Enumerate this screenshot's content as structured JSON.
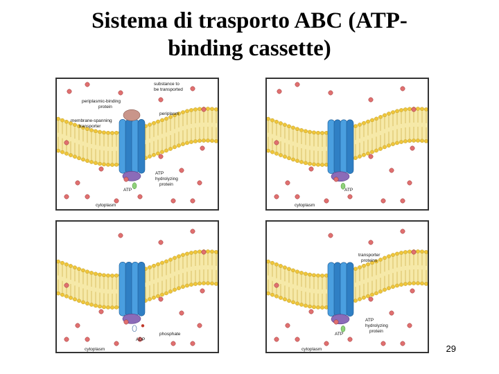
{
  "slide": {
    "title_line1": "Sistema di trasporto ABC (ATP-",
    "title_line2": "binding cassette)",
    "page_number": "29"
  },
  "panels": [
    {
      "labels": {
        "substance": "substance to",
        "substance2": "be transported",
        "pbp": "periplasmic-binding",
        "pbp2": "protein",
        "periplasm": "periplasm",
        "msp": "membrane-spanning",
        "msp2": "transporter",
        "atp_hp": "ATP",
        "atp_hp2": "hydrolyzing",
        "atp_hp3": "protein",
        "atp": "ATP",
        "cytoplasm": "cytoplasm"
      }
    },
    {
      "labels": {
        "atp": "ATP",
        "cytoplasm": "cytoplasm"
      }
    },
    {
      "labels": {
        "adp": "ADP",
        "phosphate": "phosphate",
        "cytoplasm": "cytoplasm"
      }
    },
    {
      "labels": {
        "transporter": "transporter",
        "transporter2": "proteins",
        "atp_hp": "ATP",
        "atp_hp2": "hydrolyzing",
        "atp_hp3": "protein",
        "atp": "ATP",
        "cytoplasm": "cytoplasm"
      }
    }
  ]
}
